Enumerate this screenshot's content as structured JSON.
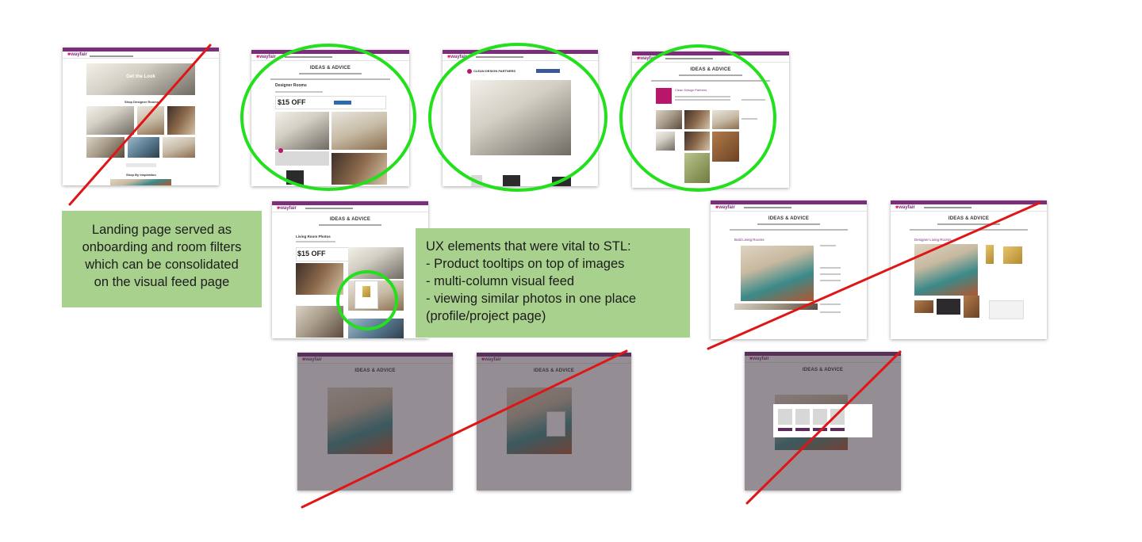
{
  "screens": {
    "landing": {
      "logo": "wayfair",
      "hero_title": "Get the Look",
      "section_title": "Shop Designer Rooms",
      "section_title_2": "Shop By Inspiration"
    },
    "ideas_header": {
      "title": "IDEAS & ADVICE"
    },
    "designer_rooms": {
      "page_title": "Designer Rooms",
      "ad_price": "$15 OFF"
    },
    "clean_design": {
      "partner": "CLEAN DESIGN PARTNERS"
    },
    "profile": {
      "name": "Clean Design Partners"
    },
    "living_room": {
      "page_title": "Living Room Photos",
      "ad_price": "$15 OFF"
    },
    "bold_living": {
      "page_title": "Bold Living Rooms"
    },
    "designer_living": {
      "page_title": "Designer Living Rooms"
    }
  },
  "notes": {
    "landing_note_lines": [
      "Landing page served as",
      "onboarding and room filters",
      "which can be consolidated",
      "on the visual feed page"
    ],
    "ux_note_lines": [
      "UX elements that were vital to STL:",
      "- Product tooltips on top of images",
      "- multi-column visual feed",
      "- viewing similar photos in one place",
      "(profile/project page)"
    ]
  },
  "colors": {
    "brand_purple": "#7b2f7b",
    "note_green": "#a9d18e",
    "highlight_circle": "#22e01b",
    "strike_line": "#e01515"
  },
  "annotations": {
    "kept": [
      "designer_rooms",
      "clean_design",
      "profile",
      "living_room_tooltip"
    ],
    "rejected": [
      "landing",
      "bold_living",
      "designer_living",
      "lightbox_1",
      "lightbox_2",
      "modal_similar"
    ]
  }
}
